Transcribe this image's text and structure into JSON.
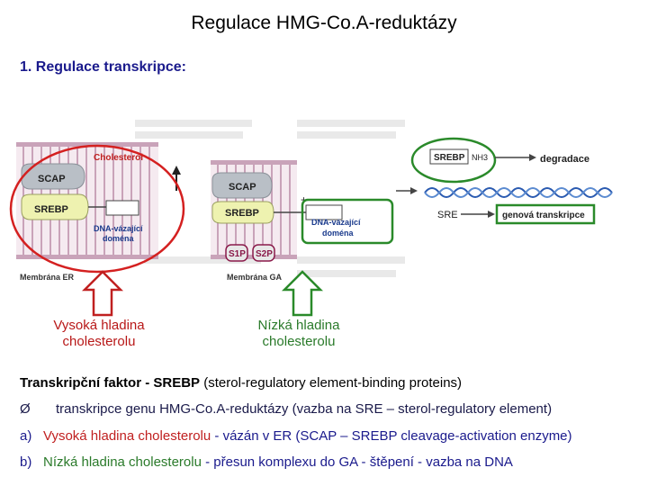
{
  "title": "Regulace HMG-Co.A-reduktázy",
  "section_heading": "1. Regulace transkripce:",
  "diagram": {
    "cholesterol_label": "Cholesterol",
    "scap_label": "SCAP",
    "srebp_label": "SREBP",
    "dna_domain_label_1": "DNA-vázající",
    "dna_domain_label_2": "doména",
    "s1p_label": "S1P",
    "s2p_label": "S2P",
    "membrane_er_label": "Membrána ER",
    "membrane_ga_label": "Membrána GA",
    "srebp_nh3_label": "SREBP",
    "nh3_label": "NH3",
    "degradation_label": "degradace",
    "sre_label": "SRE",
    "gene_transcription_label": "genová transkripce",
    "colors": {
      "red_marker": "#d42020",
      "green_marker": "#2a8a2a",
      "scap": "#b9bfc6",
      "srebp": "#eef2b0",
      "membrane": "#c9a3b9"
    }
  },
  "high_label_line1": "Vysoká hladina",
  "high_label_line2": "cholesterolu",
  "low_label_line1": "Nízká hladina",
  "low_label_line2": "cholesterolu",
  "tf_bold": "Transkripční faktor - SREBP",
  "tf_rest": " (sterol-regulatory element-binding proteins)",
  "bullet_symbol": "Ø",
  "bullet_text": "transkripce genu HMG-Co.A-reduktázy (vazba na SRE – sterol-regulatory element)",
  "a_marker": "a)",
  "a_red": "Vysoká hladina cholesterolu",
  "a_rest": " - vázán v ER (SCAP – SREBP cleavage-activation enzyme)",
  "b_marker": "b)",
  "b_red": "Nízká hladina cholesterolu",
  "b_rest": " - přesun komplexu do GA - štěpení - vazba na DNA"
}
